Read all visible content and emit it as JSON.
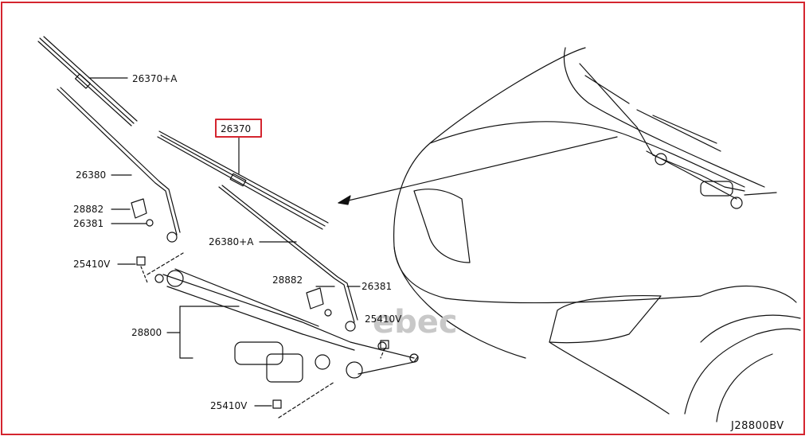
{
  "diagram": {
    "labels": {
      "blade_a": "26370+A",
      "blade": "26370",
      "arm": "26380",
      "cap_left": "28882",
      "nut_left": "26381",
      "arm_a": "26380+A",
      "cap_right": "28882",
      "nut_right": "26381",
      "bolt_left": "25410V",
      "bolt_right": "25410V",
      "linkage": "28800",
      "bolt_bottom": "25410V"
    },
    "drawing_code": "J28800BV",
    "watermark": "ebec"
  },
  "colors": {
    "frame": "#d4252f",
    "highlight_box": "#d4252f",
    "line": "#111111"
  }
}
